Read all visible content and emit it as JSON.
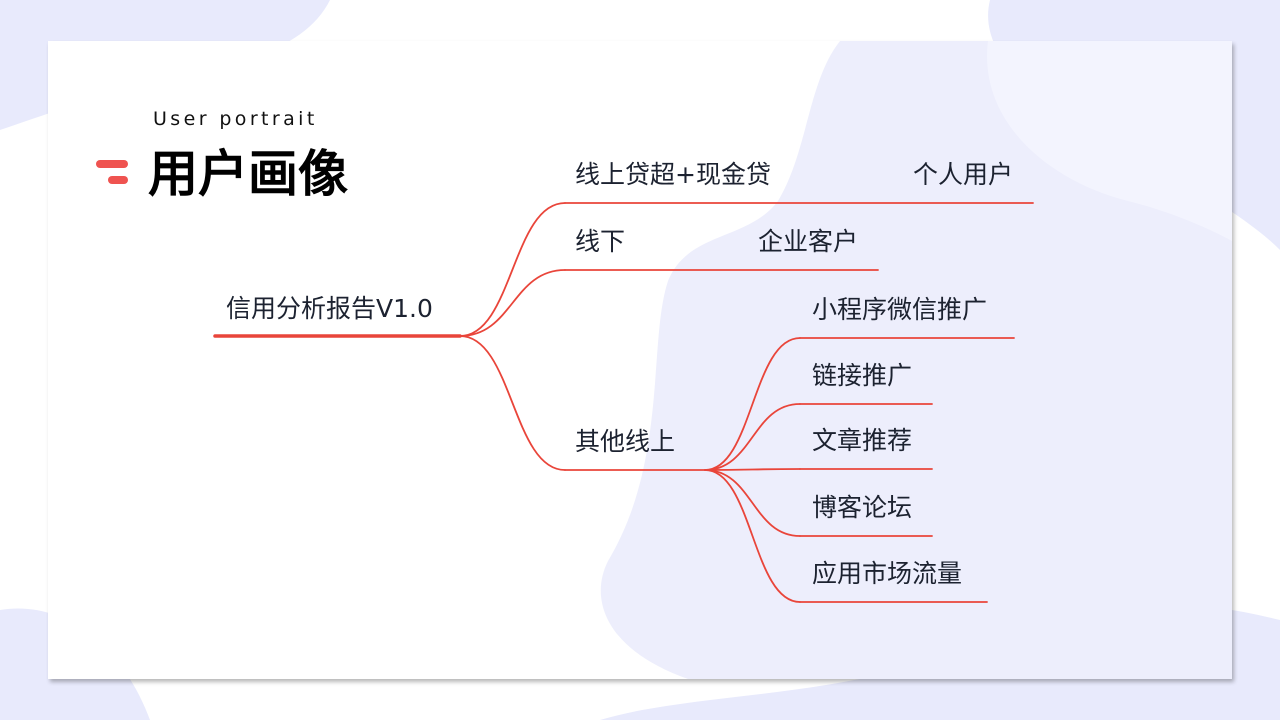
{
  "slide": {
    "subtitle": "User portrait",
    "title": "用户画像"
  },
  "colors": {
    "accent": "#ef5350",
    "line": "#e9453a",
    "blob": "#e8eafc",
    "text": "#1c2230"
  },
  "mindmap": {
    "root": "信用分析报告V1.0",
    "branches": [
      {
        "label": "线上贷超+现金贷",
        "children": [
          "个人用户"
        ]
      },
      {
        "label": "线下",
        "children": [
          "企业客户"
        ]
      },
      {
        "label": "其他线上",
        "children": [
          "小程序微信推广",
          "链接推广",
          "文章推荐",
          "博客论坛",
          "应用市场流量"
        ]
      }
    ]
  }
}
